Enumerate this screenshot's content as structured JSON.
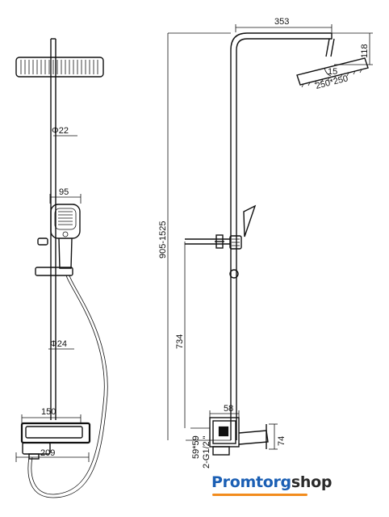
{
  "dimensions": {
    "top_width": "353",
    "head_height": "118",
    "head_angle": "15",
    "head_size": "250*250",
    "pipe_upper_diam": "Φ22",
    "handshower_width": "95",
    "pipe_lower_diam": "Φ24",
    "total_height": "905-1525",
    "mixer_height": "734",
    "mixer_top": "150",
    "mixer_bottom": "209",
    "mixer_depth": "58",
    "mixer_side": "74",
    "mixer_flange": "59*59",
    "thread": "2-G1/2 \""
  },
  "brand": {
    "part1": "Promtorg",
    "part2": "shop"
  }
}
